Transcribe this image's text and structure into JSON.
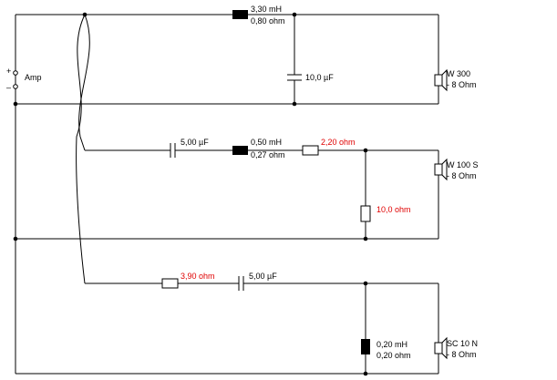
{
  "amp": {
    "label": "Amp",
    "plus": "+",
    "minus": "–"
  },
  "woofer": {
    "name": "W 300",
    "impedance": "- 8 Ohm",
    "inductor": {
      "value": "3,30 mH",
      "resistance": "0,80 ohm"
    },
    "capacitor": {
      "value": "10,0 µF"
    }
  },
  "mid": {
    "name": "W 100 S",
    "impedance": "- 8 Ohm",
    "capacitor": {
      "value": "5,00 µF"
    },
    "inductor": {
      "value": "0,50 mH",
      "resistance": "0,27 ohm"
    },
    "series_resistor": {
      "value": "2,20 ohm"
    },
    "shunt_resistor": {
      "value": "10,0 ohm"
    }
  },
  "tweeter": {
    "name": "SC 10 N",
    "impedance": "- 8 Ohm",
    "resistor": {
      "value": "3,90 ohm"
    },
    "capacitor": {
      "value": "5,00 µF"
    },
    "inductor": {
      "value": "0,20 mH",
      "resistance": "0,20 ohm"
    }
  },
  "colors": {
    "wire": "#000000",
    "resistor_label": "#e00000"
  }
}
